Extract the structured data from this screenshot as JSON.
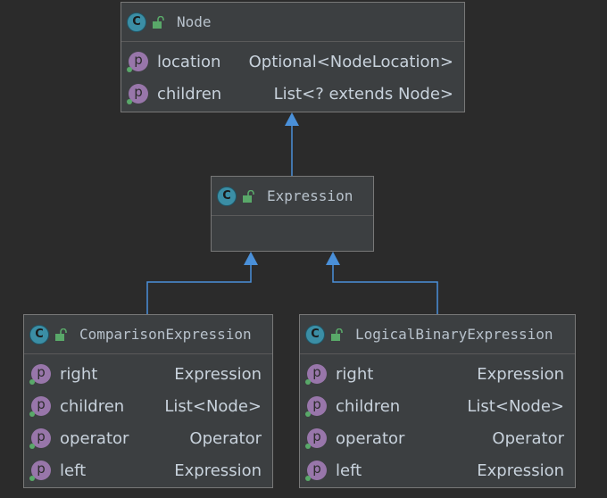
{
  "diagram": {
    "classes": {
      "node": {
        "icon": "class-icon",
        "icon_letter": "C",
        "name": "Node",
        "fields": [
          {
            "name": "location",
            "type": "Optional<NodeLocation>",
            "icon_letter": "p"
          },
          {
            "name": "children",
            "type": "List<? extends Node>",
            "icon_letter": "p"
          }
        ]
      },
      "expression": {
        "icon": "class-icon",
        "icon_letter": "C",
        "name": "Expression",
        "fields": []
      },
      "comparison": {
        "icon": "class-icon",
        "icon_letter": "C",
        "name": "ComparisonExpression",
        "fields": [
          {
            "name": "right",
            "type": "Expression",
            "icon_letter": "p"
          },
          {
            "name": "children",
            "type": "List<Node>",
            "icon_letter": "p"
          },
          {
            "name": "operator",
            "type": "Operator",
            "icon_letter": "p"
          },
          {
            "name": "left",
            "type": "Expression",
            "icon_letter": "p"
          }
        ]
      },
      "logical": {
        "icon": "class-icon",
        "icon_letter": "C",
        "name": "LogicalBinaryExpression",
        "fields": [
          {
            "name": "right",
            "type": "Expression",
            "icon_letter": "p"
          },
          {
            "name": "children",
            "type": "List<Node>",
            "icon_letter": "p"
          },
          {
            "name": "operator",
            "type": "Operator",
            "icon_letter": "p"
          },
          {
            "name": "left",
            "type": "Expression",
            "icon_letter": "p"
          }
        ]
      }
    },
    "relations": [
      {
        "from": "Expression",
        "to": "Node",
        "kind": "extends"
      },
      {
        "from": "ComparisonExpression",
        "to": "Expression",
        "kind": "extends"
      },
      {
        "from": "LogicalBinaryExpression",
        "to": "Expression",
        "kind": "extends"
      }
    ],
    "colors": {
      "background": "#2b2b2b",
      "box": "#3c3f41",
      "border": "#787878",
      "arrow": "#4a90d9",
      "class_icon": "#3b8ea5",
      "property_icon": "#9876aa",
      "unlock_icon": "#59a869",
      "text": "#c8d2dc"
    }
  }
}
